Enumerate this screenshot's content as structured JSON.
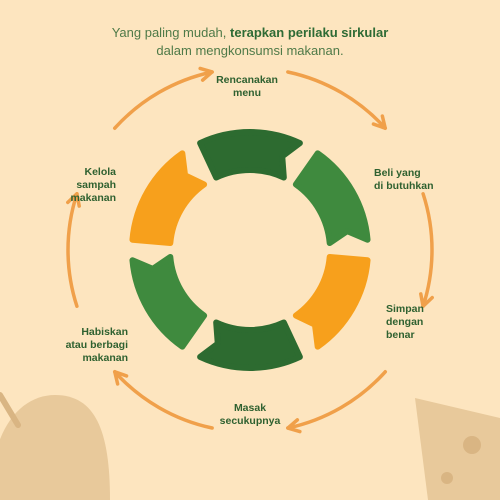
{
  "headline": {
    "part1": "Yang paling mudah, ",
    "emphasis": "terapkan perilaku sirkular",
    "part2": "dalam mengkonsumsi makanan."
  },
  "steps": [
    {
      "label": "Rencanakan\nmenu"
    },
    {
      "label": "Beli yang\ndi butuhkan"
    },
    {
      "label": "Simpan\ndengan\nbenar"
    },
    {
      "label": "Masak\nsecukupnya"
    },
    {
      "label": "Habiskan\natau berbagi\nmakanan"
    },
    {
      "label": "Kelola\nsampah\nmakanan"
    }
  ],
  "colors": {
    "background": "#fde5bf",
    "dark_green": "#2d6b30",
    "mid_green": "#3f8a3e",
    "orange": "#f7a01c",
    "arrow": "#f0a04a",
    "decoration": "#e8c99b"
  },
  "segment_colors": [
    "dark_green",
    "mid_green",
    "orange",
    "dark_green",
    "mid_green",
    "orange"
  ]
}
